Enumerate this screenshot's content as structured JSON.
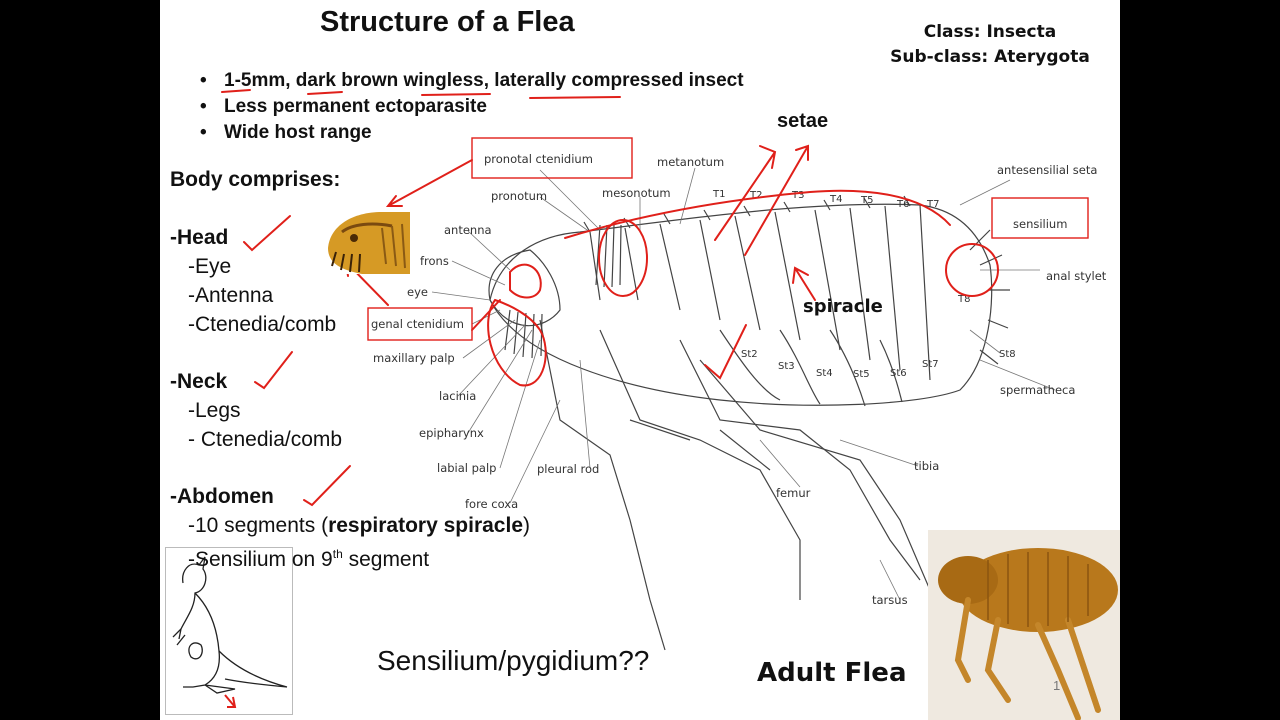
{
  "title": "Structure of a Flea",
  "classification": {
    "class": "Class: Insecta",
    "subclass": "Sub-class: Aterygota"
  },
  "bullets": [
    "1-5mm, dark brown wingless, laterally compressed insect",
    "Less permanent ectoparasite",
    "Wide host range"
  ],
  "body": {
    "heading": "Body comprises:",
    "head": {
      "label": "-Head",
      "items": [
        "-Eye",
        "-Antenna",
        "-Ctenedia/comb"
      ]
    },
    "neck": {
      "label": "-Neck",
      "items": [
        "-Legs",
        "- Ctenedia/comb"
      ]
    },
    "abdomen": {
      "label": "-Abdomen",
      "seg_prefix": "-10 segments (",
      "seg_bold": "respiratory spiracle",
      "seg_suffix": ")",
      "sens_prefix": "-Sensilium on 9",
      "sens_sup": "th",
      "sens_suffix": " segment"
    }
  },
  "diagram_labels": {
    "pronotal_ctenidium": "pronotal ctenidium",
    "metanotum": "metanotum",
    "pronotum": "pronotum",
    "mesonotum": "mesonotum",
    "antesensilial_seta": "antesensilial seta",
    "sensilium": "sensilium",
    "anal_stylet": "anal stylet",
    "antenna": "antenna",
    "frons": "frons",
    "eye": "eye",
    "genal_ctenidium": "genal ctenidium",
    "maxillary_palp": "maxillary palp",
    "lacinia": "lacinia",
    "epipharynx": "epipharynx",
    "labial_palp": "labial palp",
    "pleural_rod": "pleural rod",
    "fore_coxa": "fore coxa",
    "femur": "femur",
    "tibia": "tibia",
    "tarsus": "tarsus",
    "spermatheca": "spermatheca",
    "tergites": [
      "T1",
      "T2",
      "T3",
      "T4",
      "T5",
      "T6",
      "T7",
      "T8"
    ],
    "sternites": [
      "St2",
      "St3",
      "St4",
      "St5",
      "St6",
      "St7",
      "St8"
    ]
  },
  "annotations": {
    "setae": "setae",
    "spiracle": "spiracle",
    "question": "Sensilium/pygidium??",
    "adult_flea": "Adult Flea"
  },
  "slide_number": "1",
  "colors": {
    "annotation_red": "#e0201a",
    "flea_brown": "#b8781c"
  }
}
